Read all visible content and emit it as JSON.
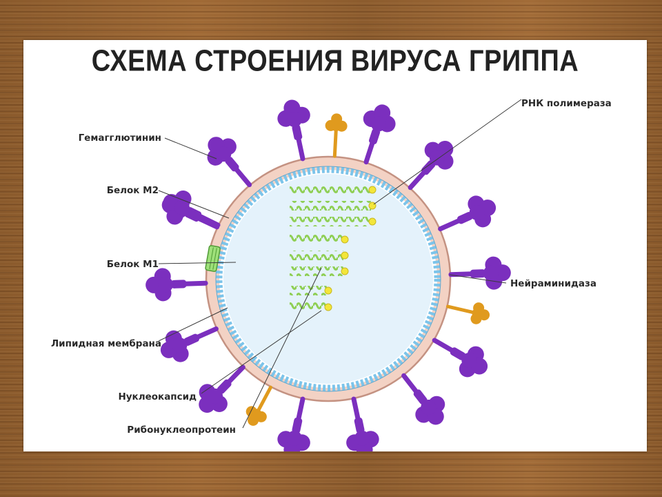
{
  "title": "СХЕМА СТРОЕНИЯ ВИРУСА ГРИППА",
  "colors": {
    "hemagglutinin": "#7b2fbe",
    "neuraminidase": "#e09a1e",
    "m2": "#9ee07a",
    "envelope": "#f3d2c4",
    "membrane_beads": "#7cc4ea",
    "core": "#e4f2fb",
    "rna": "#8fcf55",
    "polymerase": "#f3e63a"
  },
  "labels": {
    "hemagglutinin": "Гемагглютинин",
    "m2": "Белок М2",
    "m1": "Белок М1",
    "lipid_membrane": "Липидная мембрана",
    "nucleocapsid": "Нуклеокапсид",
    "ribonucleoprotein": "Рибонуклеопротеин",
    "rna_polymerase": "РНК полимераза",
    "neuraminidase": "Нейраминидаза"
  }
}
